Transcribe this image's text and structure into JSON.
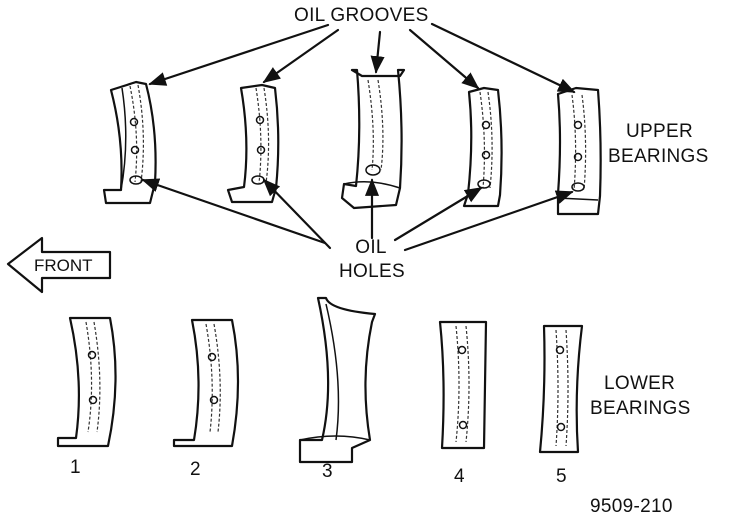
{
  "labels": {
    "oil_grooves": "OIL GROOVES",
    "oil_holes_line1": "OIL",
    "oil_holes_line2": "HOLES",
    "upper_line1": "UPPER",
    "upper_line2": "BEARINGS",
    "lower_line1": "LOWER",
    "lower_line2": "BEARINGS",
    "front": "FRONT",
    "figure_id": "9509-210"
  },
  "lower_numbers": [
    "1",
    "2",
    "3",
    "4",
    "5"
  ]
}
